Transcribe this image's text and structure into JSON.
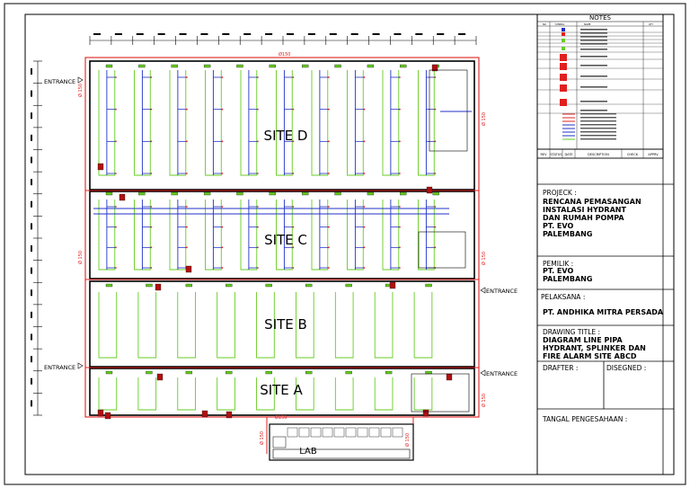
{
  "drawing": {
    "site_d": "SITE D",
    "site_c": "SITE C",
    "site_b": "SITE B",
    "site_a": "SITE A",
    "lab": "LAB",
    "entrance": "ENTRANCE",
    "pipe_150": "Ø150",
    "pipe_150_vertical": "Ø 150"
  },
  "notes": {
    "title": "NOTES",
    "columns": [
      "NO",
      "SYMBOL",
      "NAME",
      "QTY"
    ],
    "legend_count": 9
  },
  "revision": {
    "columns": [
      "REV",
      "STATUS",
      "DATE",
      "DESCRIPTION",
      "CHECK",
      "APPRV"
    ]
  },
  "title_block": {
    "project_label": "PROJECK :",
    "project_value": "RENCANA PEMASANGAN\nINSTALASI HYDRANT\nDAN RUMAH POMPA\nPT. EVO\nPALEMBANG",
    "owner_label": "PEMILIK :",
    "owner_value": "PT. EVO\nPALEMBANG",
    "executor_label": "PELAKSANA :",
    "executor_value": "PT. ANDHIKA MITRA PERSADA",
    "drawing_title_label": "DRAWING TITLE :",
    "drawing_title_value": "DIAGRAM LINE PIPA\nHYDRANT, SPLINKER DAN\nFIRE ALARM SITE ABCD",
    "drafter_label": "DRAFTER :",
    "designed_label": "DISEGNED :",
    "approval_date_label": "TANGAL PENGESAHAAN :"
  },
  "colors": {
    "hydrant_pipe": "#e02020",
    "sprinkler_main": "#2030c8",
    "sprinkler_branch": "#66cc22",
    "frame": "#000000"
  }
}
